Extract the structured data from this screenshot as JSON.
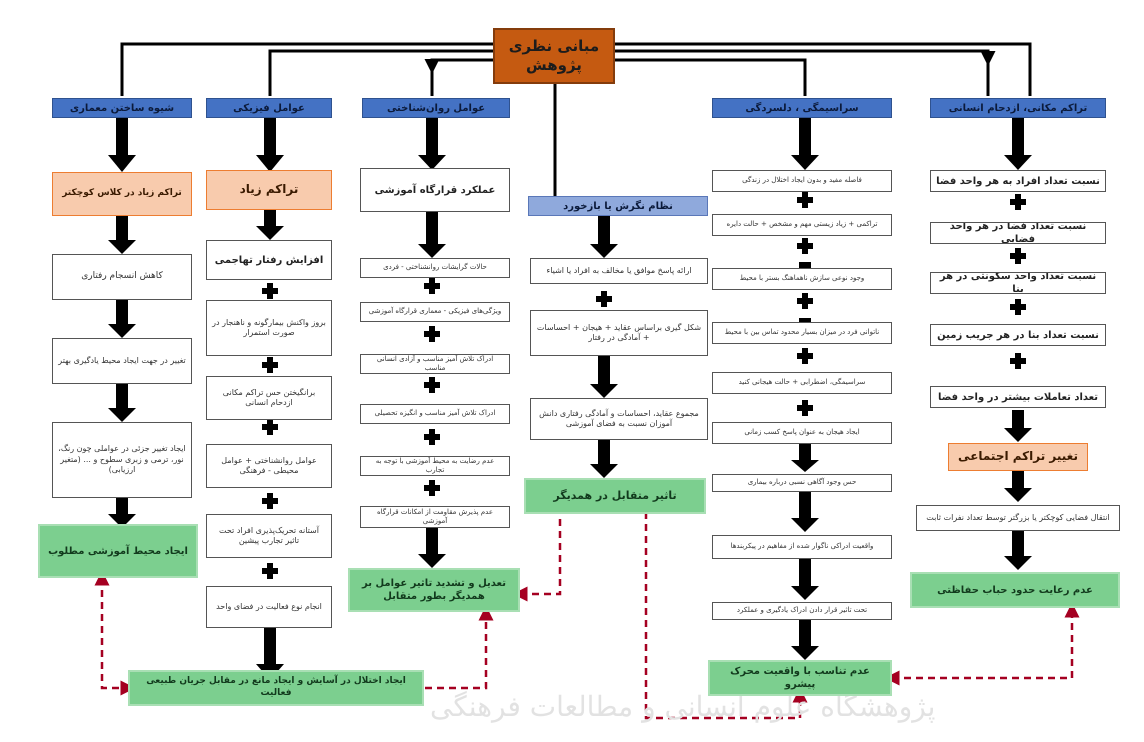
{
  "root": "مبانی نظری پژوهش",
  "columns": {
    "c1": {
      "header": "تراکم مکانی، ازدحام انسانی",
      "items": [
        "نسبت تعداد افراد به هر واحد فضا",
        "نسبت تعداد فضا در هر واحد فضایی",
        "نسبت تعداد واحد سکونتی در هر بنا",
        "نسبت تعداد بنا در هر جریب زمین",
        "تعداد تعاملات بیشتر در واحد فضا"
      ],
      "highlight": "تغییر تراکم اجتماعی",
      "step": "انتقال فضایی کوچکتر یا بزرگتر توسط تعداد نفرات ثابت",
      "outcome": "عدم رعایت حدود حباب حفاظتی"
    },
    "c2": {
      "header": "سراسیمگی ، دلسردگی",
      "items": [
        "فاصله مفید و بدون ایجاد اختلال در زندگی",
        "تراکمی + زیاد زیستی مهم و مشخص + حالت دایره",
        "وجود نوعی سازش ناهماهنگ بستر با محیط",
        "ناتوانی فرد در میزان بسیار محدود تماس بین با محیط",
        "سراسیمگی، اضطرابی + حالت هیجانی کنید",
        "ایجاد هیجان به عنوان پاسخ کسب زمانی",
        "حس وجود آگاهی نسبی درباره بیماری",
        "واقعیت ادراکی ناگوار شده از مفاهیم در پیکربندها",
        "تحت تاثیر قرار دادن ادراک یادگیری و عملکرد"
      ],
      "outcome": "عدم تناسب با واقعیت محرک پیشرو"
    },
    "c3": {
      "header": "نظام نگرش یا بازخورد",
      "items": [
        "ارائه پاسخ موافق یا مخالف به افراد یا اشیاء",
        "شکل گیری براساس عقاید + هیجان + احساسات + آمادگی در رفتار",
        "مجموع عقاید، احساسات و آمادگی رفتاری دانش آموزان نسبت به فضای آموزشی"
      ],
      "outcome": "تاثیر متقابل در همدیگر"
    },
    "c4": {
      "header": "عوامل روان‌شناختی",
      "highlight": "عملکرد قرارگاه آموزشی",
      "items": [
        "حالات گرایشات روانشناختی - فردی",
        "ویژگی‌های فیزیکی - معماری قرارگاه آموزشی",
        "ادراک تلاش آمیز مناسب و آزادی انسانی مناسب",
        "ادراک تلاش آمیز مناسب و انگیزه تحصیلی",
        "عدم رضایت به محیط آموزشی با توجه به تجارب",
        "عدم پذیرش مقاومت از امکانات قرارگاه آموزشی"
      ],
      "outcome": "تعدیل و تشدید تاثیر عوامل بر همدیگر بطور متقابل"
    },
    "c5": {
      "header": "عوامل فیزیکی",
      "highlight": "تراکم زیاد",
      "items": [
        "افزایش رفتار تهاجمی",
        "بروز واکنش بیمارگونه و ناهنجار در صورت استمرار",
        "برانگیختن حس تراکم مکانی ازدحام انسانی",
        "عوامل روانشناختی + عوامل محیطی - فرهنگی",
        "آستانه تحریک‌پذیری افراد تحت تاثیر تجارب پیشین",
        "انجام نوع فعالیت در فضای واحد"
      ]
    },
    "c6": {
      "header": "شیوه ساختن معماری",
      "highlight": "تراکم زیاد در کلاس کوچکتر",
      "items": [
        "کاهش انسجام رفتاری",
        "تغییر در جهت ایجاد محیط یادگیری بهتر",
        "ایجاد تغییر جزئی در عواملی چون رنگ، نور، ترمی و زبری سطوح و ... (متغیر ارزیابی)"
      ],
      "outcome": "ایجاد محیط آموزشی مطلوب"
    }
  },
  "bottom_box": "ایجاد اختلال در آسایش و ایجاد مانع در مقابل جریان طبیعی فعالیت",
  "watermark": "پژوهشگاه علوم انسانی و مطالعات فرهنگی",
  "colors": {
    "header": "#4472c4",
    "root": "#c55a11",
    "highlight": "#f8cbad",
    "outcome": "#7ccf8f",
    "connector": "#000000",
    "feedback": "#a50021"
  }
}
